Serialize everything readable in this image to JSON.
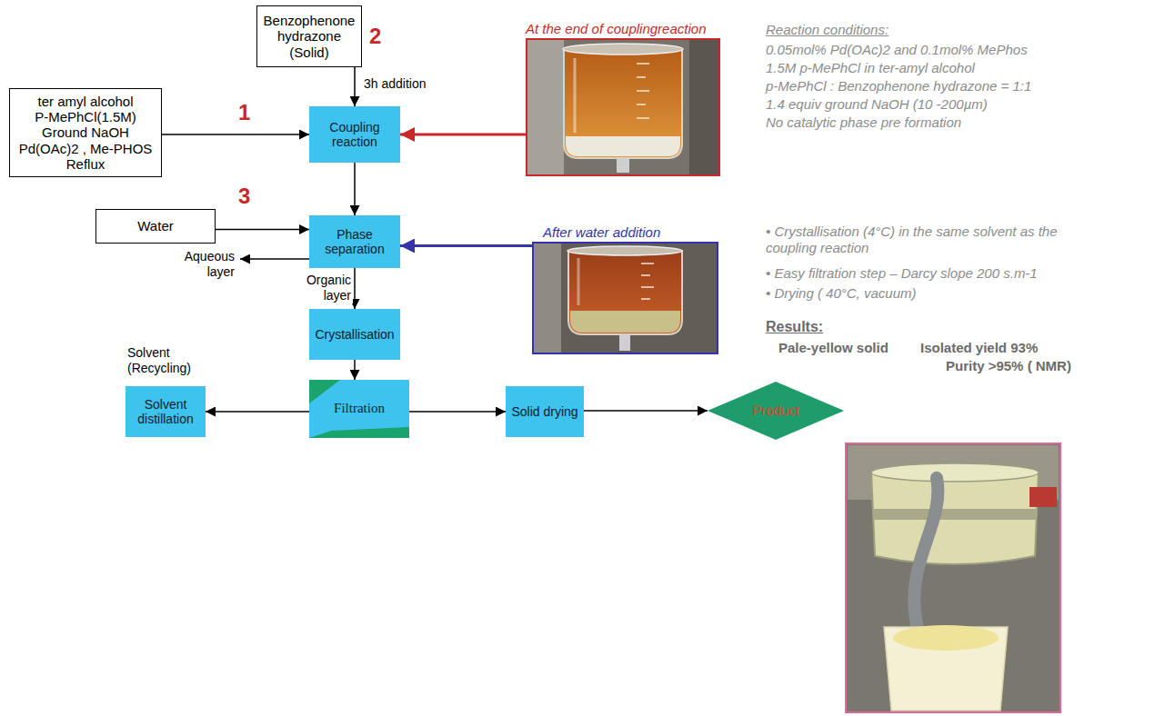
{
  "diagram": {
    "nodes": [
      {
        "text": [
          "Benzophenone hydrazone (Solid)"
        ]
      },
      {
        "text": [
          "ter amyl alcohol",
          "P-MePhCl(1.5M)",
          "Ground NaOH",
          "Pd(OAc)2 , Me-PHOS",
          "Reflux"
        ]
      },
      {
        "text": [
          "Coupling reaction"
        ]
      },
      {
        "text": [
          "At the end of couplingreaction"
        ]
      },
      {
        "text": [
          "Water"
        ]
      },
      {
        "text": [
          "Phase separation"
        ]
      },
      {
        "text": [
          "After water addition"
        ]
      },
      {
        "text": [
          "Crystallisation"
        ]
      },
      {
        "text": [
          "Solvent distillation"
        ]
      },
      {
        "text": [
          "Filtration"
        ]
      },
      {
        "text": [
          "Solid drying"
        ]
      },
      {
        "text": [
          "Product"
        ]
      }
    ],
    "edges": [
      {
        "from": 0,
        "to": 2,
        "arrow": "to",
        "label": "3h addition"
      },
      {
        "from": 1,
        "to": 2,
        "arrow": "to"
      },
      {
        "from": 3,
        "to": 2,
        "arrow": "to"
      },
      {
        "from": 2,
        "to": 5,
        "arrow": "to"
      },
      {
        "from": 4,
        "to": 5,
        "arrow": "to"
      },
      {
        "from": 6,
        "to": 5,
        "arrow": "to"
      },
      {
        "from": 5,
        "to": 7,
        "arrow": "to",
        "label": "Organic layer"
      },
      {
        "from": 7,
        "to": 9,
        "arrow": "to"
      },
      {
        "from": 9,
        "to": 8,
        "arrow": "to"
      },
      {
        "from": 9,
        "to": 10,
        "arrow": "to"
      },
      {
        "from": 10,
        "to": 11,
        "arrow": "to"
      }
    ],
    "labels": [
      "2",
      "1",
      "3",
      "Aqueous layer",
      "Solvent (Recycling)",
      "Reaction conditions:",
      "0.05mol% Pd(OAc)2 and 0.1mol% MePhos",
      "1.5M p-MePhCl in ter-amyl alcohol",
      "p-MePhCl : Benzophenone hydrazone = 1:1",
      "1.4 equiv ground NaOH (10 -200µm)",
      "No catalytic phase pre formation",
      "• Crystallisation (4°C) in the same solvent as the coupling reaction",
      "• Easy filtration step – Darcy slope 200 s.m-1",
      "• Drying ( 40°C, vacuum)",
      "Results:",
      "Pale-yellow solid",
      "Isolated yield 93%",
      "Purity >95% ( NMR)"
    ]
  }
}
